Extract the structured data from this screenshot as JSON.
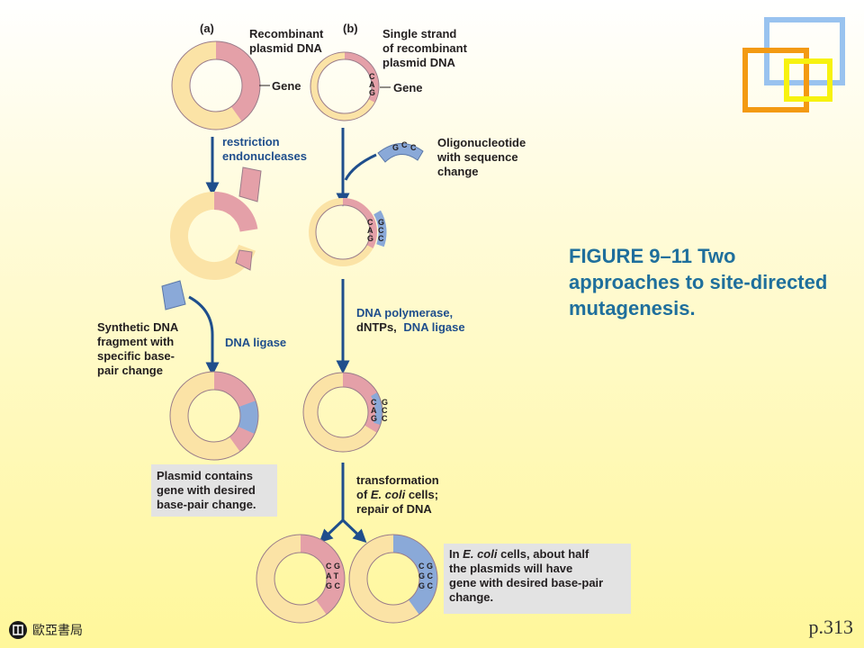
{
  "figure": {
    "title": "FIGURE 9–11 Two approaches to site-directed mutagenesis.",
    "panel_a": {
      "label": "(a)",
      "plasmid_label_1": "Recombinant",
      "plasmid_label_2": "plasmid DNA",
      "gene": "Gene",
      "step1_1": "restriction",
      "step1_2": "endonucleases",
      "fragment_1": "Synthetic DNA",
      "fragment_2": "fragment with",
      "fragment_3": "specific base-",
      "fragment_4": "pair change",
      "step2": "DNA ligase",
      "result_1": "Plasmid contains",
      "result_2": "gene with desired",
      "result_3": "base-pair change."
    },
    "panel_b": {
      "label": "(b)",
      "strand_1": "Single strand",
      "strand_2": "of recombinant",
      "strand_3": "plasmid DNA",
      "gene": "Gene",
      "oligo_1": "Oligonucleotide",
      "oligo_2": "with sequence",
      "oligo_3": "change",
      "step2_1": "DNA polymerase,",
      "step2_2": "dNTPs,",
      "step2_3": "DNA ligase",
      "step3_1": "transformation",
      "step3_2a": "of ",
      "step3_2b": "E. coli",
      "step3_2c": " cells;",
      "step3_3": "repair of DNA",
      "result_1a": "In ",
      "result_1b": "E. coli",
      "result_1c": " cells, about half",
      "result_2": "the plasmids will have",
      "result_3": "gene with desired base-pair",
      "result_4": "change."
    },
    "seq": {
      "orig": [
        "C",
        "A",
        "G"
      ],
      "oligo": [
        "G",
        "C",
        "C"
      ],
      "left_pairs": [
        "C G",
        "A T",
        "G C"
      ],
      "right_pairs": [
        "C G",
        "G C",
        "G C"
      ]
    }
  },
  "publisher": "歐亞書局",
  "page": "p.313",
  "colors": {
    "title": "#1f6f9c",
    "arrow": "#1f4e8c",
    "plasmid": "#fbe3a6",
    "gene": "#e4a0a8",
    "mutant": "#8aa9d8",
    "deco_blue": "#99c3ef",
    "deco_orange": "#f39a12",
    "deco_yellow": "#f7f20f"
  }
}
